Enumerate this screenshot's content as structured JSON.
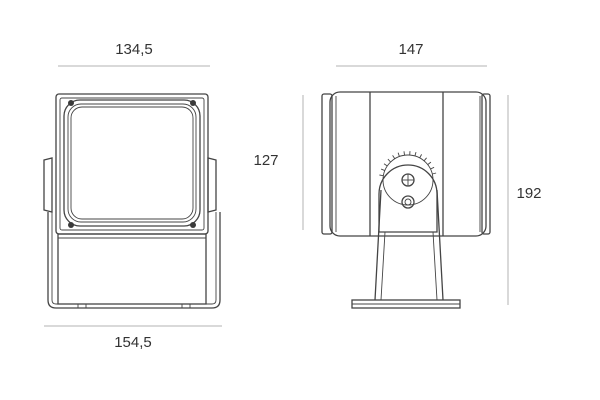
{
  "dimensions": {
    "front_top_width": "134,5",
    "front_bottom_width": "154,5",
    "front_height": "127",
    "side_top_width": "147",
    "side_height": "192"
  },
  "colors": {
    "line": "#444444",
    "dimension_line": "#b3b3b3",
    "text": "#333333",
    "background": "#ffffff"
  }
}
